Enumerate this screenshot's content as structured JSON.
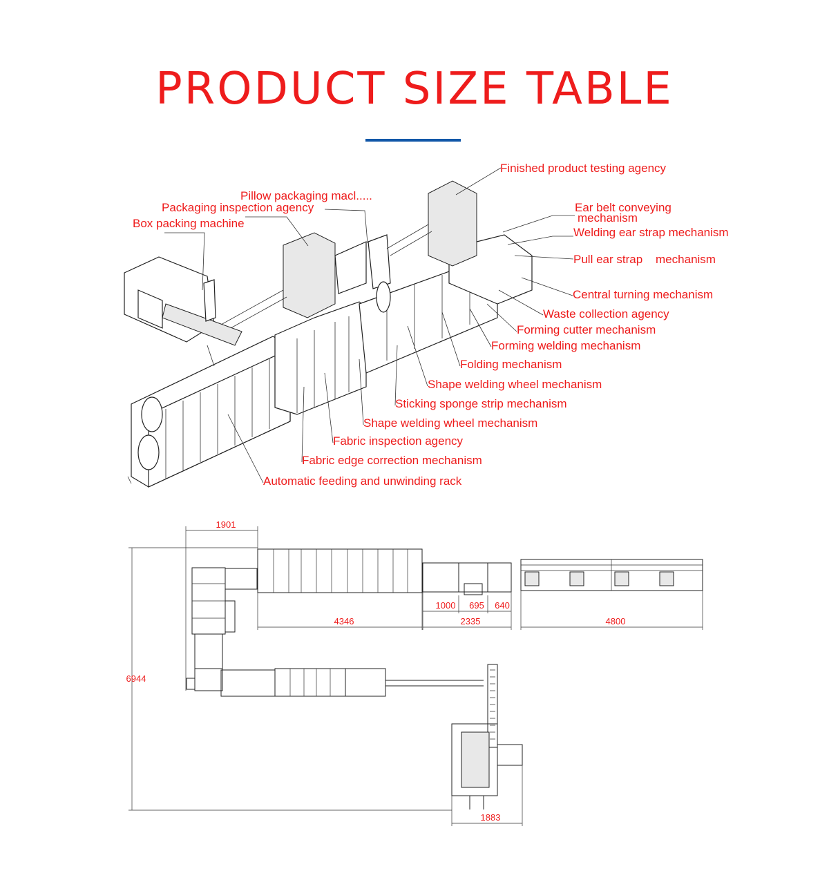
{
  "title": "PRODUCT SIZE TABLE",
  "accent_color": "#ee1c1c",
  "rule_color": "#1157a8",
  "labels": {
    "finished": "Finished product testing agency",
    "pillow": "Pillow packaging macl.....",
    "pack_insp": "Packaging inspection agency",
    "box": "Box packing machine",
    "ear_belt_1": "Ear belt conveying",
    "ear_belt_2": "mechanism",
    "welding_ear": "Welding ear strap mechanism",
    "pull_ear": "Pull ear strap    mechanism",
    "central": "Central turning mechanism",
    "waste": "Waste collection agency",
    "cutter": "Forming cutter mechanism",
    "forming_weld": "Forming welding mechanism",
    "folding": "Folding mechanism",
    "shape_weld_1": "Shape welding wheel mechanism",
    "sponge": "Sticking sponge strip mechanism",
    "shape_weld_2": "Shape welding wheel mechanism",
    "fabric_insp": "Fabric inspection agency",
    "edge": "Fabric edge correction mechanism",
    "feeding": "Automatic feeding and unwinding rack"
  },
  "dimensions": {
    "d1901": "1901",
    "d4346": "4346",
    "d1000": "1000",
    "d695": "695",
    "d640": "640",
    "d2335": "2335",
    "d4800": "4800",
    "d6944": "6944",
    "d1883": "1883"
  }
}
